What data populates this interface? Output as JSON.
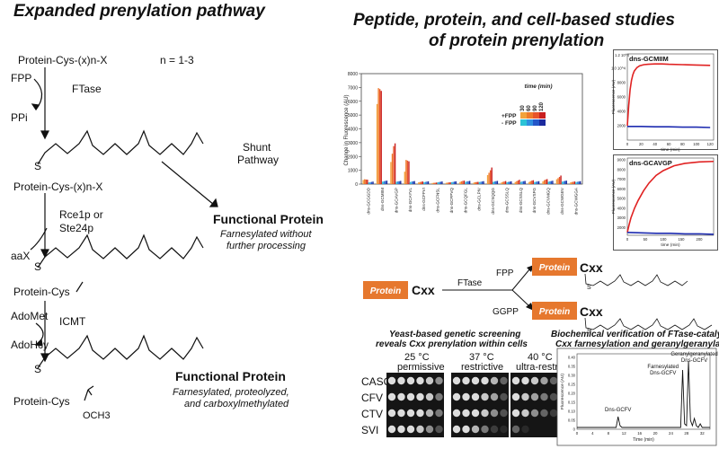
{
  "left": {
    "title": "Expanded prenylation pathway",
    "start_substrate": "Protein-Cys-(x)n-X",
    "n_note": "n = 1-3",
    "fpp": "FPP",
    "ftase": "FTase",
    "ppi": "PPi",
    "s_label": "S",
    "farnesylated_substrate": "Protein-Cys-(x)n-X",
    "shunt_line1": "Shunt",
    "shunt_line2": "Pathway",
    "fp1_title": "Functional Protein",
    "fp1_desc_line1": "Farnesylated without",
    "fp1_desc_line2": "further processing",
    "protease_line1": "Rce1p or",
    "protease_line2": "Ste24p",
    "aax": "aaX",
    "s_label2": "S",
    "proteolyzed": "Protein-Cys",
    "adomet": "AdoMet",
    "icmt": "ICMT",
    "adohcy": "AdoHcy",
    "s_label3": "S",
    "methylated": "Protein-Cys",
    "och3": "OCH3",
    "fp2_title": "Functional Protein",
    "fp2_desc_line1": "Farnesylated, proteolyzed,",
    "fp2_desc_line2": "and carboxylmethylated"
  },
  "right": {
    "title_line1": "Peptide, protein, and cell-based studies",
    "title_line2": "of protein prenylation"
  },
  "scheme": {
    "protein": "Protein",
    "cxx": "Cxx",
    "ftase": "FTase",
    "fpp": "FPP",
    "ggpp": "GGPP",
    "s": "S",
    "accent_color": "#e6782e"
  },
  "yeast": {
    "caption_line1": "Yeast-based genetic screening",
    "caption_line2": "reveals Cxx prenylation within cells",
    "conditions": [
      {
        "temp": "25 °C",
        "label": "permissive"
      },
      {
        "temp": "37 °C",
        "label": "restrictive"
      },
      {
        "temp": "40 °C",
        "label": "ultra-restrictive"
      }
    ],
    "strains": [
      "CASQ",
      "CFV",
      "CTV",
      "SVI"
    ]
  },
  "biochem": {
    "caption_line1": "Biochemical verification of FTase-catalyzed",
    "caption_line2": "Cxx farnesylation and geranylgeranylation"
  },
  "chart_data": [
    {
      "type": "bar",
      "ylabel": "Change in Fluorescence (AU)",
      "ylim": [
        0,
        8000
      ],
      "yticks": [
        "0",
        "1000",
        "2000",
        "3000",
        "4000",
        "5000",
        "6000",
        "7000",
        "8000"
      ],
      "legend_title": "time (min)",
      "legend_times": [
        "30",
        "60",
        "90",
        "120"
      ],
      "legend_rows": [
        "+FPP",
        "- FPP"
      ],
      "categories": [
        "dns-GCGGDD",
        "dns-GCMIIM",
        "dns-GCAVGP",
        "dns-GCAYVL",
        "dns-GCFFVI",
        "dns-GCFNSL",
        "dns-GCFPVQ",
        "dns-GCQFGL",
        "dns-GCLPIV",
        "dns-GCSQQG",
        "dns-GCSSLQ",
        "dns-GCSSLQ",
        "dns-GCVSFG",
        "dns-GCVMGQ",
        "dns-GCWGEV",
        "dns-GCWGGA"
      ],
      "series": [
        {
          "name": "+FPP 30",
          "color": "#f2a23c",
          "values": [
            300,
            5800,
            1600,
            900,
            120,
            80,
            90,
            150,
            110,
            650,
            120,
            150,
            150,
            200,
            350,
            120
          ]
        },
        {
          "name": "+FPP 60",
          "color": "#ef7b2a",
          "values": [
            350,
            6950,
            2200,
            1750,
            150,
            90,
            110,
            200,
            140,
            820,
            160,
            210,
            210,
            280,
            430,
            150
          ]
        },
        {
          "name": "+FPP 90",
          "color": "#e8552a",
          "values": [
            330,
            6880,
            2750,
            1700,
            170,
            100,
            120,
            230,
            150,
            1000,
            190,
            260,
            250,
            330,
            520,
            170
          ]
        },
        {
          "name": "+FPP 120",
          "color": "#c91f1f",
          "values": [
            320,
            6750,
            2950,
            1650,
            190,
            110,
            130,
            250,
            160,
            1200,
            220,
            310,
            280,
            360,
            620,
            190
          ]
        },
        {
          "name": "-FPP 30",
          "color": "#2bc3d6",
          "values": [
            120,
            180,
            170,
            150,
            140,
            130,
            140,
            160,
            150,
            160,
            140,
            160,
            150,
            170,
            180,
            150
          ]
        },
        {
          "name": "-FPP 60",
          "color": "#2f8fe0",
          "values": [
            140,
            210,
            190,
            180,
            160,
            150,
            160,
            190,
            170,
            190,
            160,
            190,
            170,
            200,
            210,
            170
          ]
        },
        {
          "name": "-FPP 90",
          "color": "#2456c8",
          "values": [
            160,
            230,
            210,
            200,
            180,
            170,
            180,
            210,
            190,
            210,
            180,
            210,
            190,
            220,
            230,
            190
          ]
        },
        {
          "name": "-FPP 120",
          "color": "#1b2a9e",
          "values": [
            180,
            250,
            230,
            220,
            200,
            190,
            200,
            230,
            210,
            230,
            200,
            230,
            210,
            240,
            250,
            210
          ]
        }
      ]
    },
    {
      "type": "line",
      "title": "dns-GCMIIM",
      "xlabel": "time (min)",
      "ylabel": "Fluorescence (AU)",
      "xticks": [
        "0",
        "20",
        "40",
        "60",
        "80",
        "100",
        "120"
      ],
      "yticks": [
        "2000",
        "4000",
        "6000",
        "8000",
        "1.0 10^4"
      ],
      "ymax_label": "1.2 10^4",
      "xlim": [
        0,
        125
      ],
      "ylim": [
        0,
        12000
      ],
      "series": [
        {
          "name": "+FPP",
          "color": "#e02222",
          "x": [
            0,
            2,
            4,
            6,
            8,
            10,
            14,
            18,
            24,
            30,
            40,
            50,
            60,
            80,
            100,
            120
          ],
          "y": [
            2000,
            4800,
            7000,
            8300,
            9100,
            9600,
            10100,
            10350,
            10500,
            10550,
            10600,
            10600,
            10550,
            10500,
            10450,
            10400
          ]
        },
        {
          "name": "-FPP",
          "color": "#1d2bb0",
          "x": [
            0,
            20,
            40,
            60,
            80,
            100,
            120
          ],
          "y": [
            1900,
            1900,
            1850,
            1850,
            1800,
            1800,
            1750
          ]
        }
      ]
    },
    {
      "type": "line",
      "title": "dns-GCAVGP",
      "xlabel": "time (min)",
      "ylabel": "Fluorescence (AU)",
      "xticks": [
        "0",
        "50",
        "100",
        "150",
        "200"
      ],
      "yticks": [
        "2000",
        "3000",
        "4000",
        "5000",
        "6000",
        "7000",
        "8000",
        "9000"
      ],
      "xlim": [
        0,
        240
      ],
      "ylim": [
        1200,
        9200
      ],
      "series": [
        {
          "name": "+FPP",
          "color": "#e02222",
          "x": [
            0,
            5,
            10,
            20,
            30,
            45,
            60,
            80,
            100,
            130,
            160,
            200,
            240
          ],
          "y": [
            1500,
            2300,
            3000,
            4000,
            4800,
            5800,
            6600,
            7400,
            7900,
            8400,
            8650,
            8800,
            8850
          ]
        },
        {
          "name": "-FPP",
          "color": "#1d2bb0",
          "x": [
            0,
            40,
            80,
            120,
            160,
            200,
            240
          ],
          "y": [
            1500,
            1450,
            1400,
            1400,
            1350,
            1350,
            1300
          ]
        }
      ]
    },
    {
      "type": "line",
      "xlabel": "Time (min)",
      "ylabel": "Fluorescence (AU)",
      "xticks": [
        "0",
        "4",
        "8",
        "12",
        "16",
        "20",
        "24",
        "28",
        "32"
      ],
      "yticks": [
        "0",
        "0.05",
        "0.10",
        "0.15",
        "0.20",
        "0.25",
        "0.30",
        "0.35",
        "0.40"
      ],
      "xlim": [
        0,
        34
      ],
      "ylim": [
        0,
        0.42
      ],
      "annotations": [
        "Dns-GCFV",
        "Farnesylated Dns-GCFV",
        "Geranylgeranylated Dns-GCFV"
      ],
      "series": [
        {
          "name": "trace",
          "color": "#111111",
          "x": [
            0,
            10,
            10.5,
            11,
            11.5,
            20,
            26.5,
            27,
            27.5,
            28,
            28.5,
            29,
            29.5,
            30,
            30.5,
            31,
            31.5,
            32,
            34
          ],
          "y": [
            0.01,
            0.01,
            0.07,
            0.02,
            0.01,
            0.01,
            0.01,
            0.33,
            0.03,
            0.02,
            0.38,
            0.05,
            0.02,
            0.06,
            0.02,
            0.01,
            0.03,
            0.01,
            0.01
          ]
        }
      ]
    }
  ]
}
